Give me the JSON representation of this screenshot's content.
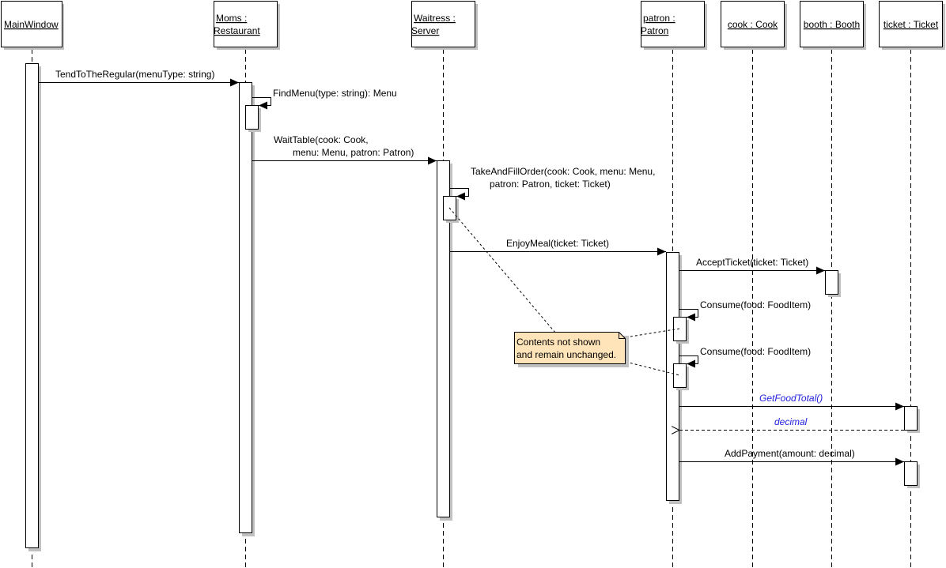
{
  "diagram": {
    "type": "UML sequence diagram",
    "lifelines": [
      {
        "id": "mainwindow",
        "lines": [
          "MainWindow"
        ]
      },
      {
        "id": "moms",
        "lines": [
          "Moms :",
          "Restaurant"
        ]
      },
      {
        "id": "waitress",
        "lines": [
          "Waitress :",
          "Server"
        ]
      },
      {
        "id": "patron",
        "lines": [
          "patron :",
          "Patron"
        ]
      },
      {
        "id": "cook",
        "lines": [
          "cook : Cook"
        ]
      },
      {
        "id": "booth",
        "lines": [
          "booth : Booth"
        ]
      },
      {
        "id": "ticket",
        "lines": [
          "ticket : Ticket"
        ]
      }
    ],
    "messages": [
      {
        "id": "m1",
        "from": "mainwindow",
        "to": "moms",
        "kind": "sync",
        "lines": [
          "TendToTheRegular(menuType: string)"
        ]
      },
      {
        "id": "m2",
        "from": "moms",
        "to": "moms",
        "kind": "self",
        "lines": [
          "FindMenu(type: string): Menu"
        ]
      },
      {
        "id": "m3",
        "from": "moms",
        "to": "waitress",
        "kind": "sync",
        "lines": [
          "WaitTable(cook: Cook,",
          "menu: Menu, patron: Patron)"
        ]
      },
      {
        "id": "m4",
        "from": "waitress",
        "to": "waitress",
        "kind": "self",
        "lines": [
          "TakeAndFillOrder(cook: Cook, menu: Menu,",
          "patron: Patron, ticket: Ticket)"
        ]
      },
      {
        "id": "m5",
        "from": "waitress",
        "to": "patron",
        "kind": "sync",
        "lines": [
          "EnjoyMeal(ticket: Ticket)"
        ]
      },
      {
        "id": "m6",
        "from": "patron",
        "to": "booth",
        "kind": "sync",
        "lines": [
          "AcceptTicket(ticket: Ticket)"
        ]
      },
      {
        "id": "m7",
        "from": "patron",
        "to": "patron",
        "kind": "self",
        "lines": [
          "Consume(food: FoodItem)"
        ]
      },
      {
        "id": "m8",
        "from": "patron",
        "to": "patron",
        "kind": "self",
        "lines": [
          "Consume(food: FoodItem)"
        ]
      },
      {
        "id": "m9",
        "from": "patron",
        "to": "ticket",
        "kind": "sync",
        "style": "blue-italic",
        "lines": [
          "GetFoodTotal()"
        ]
      },
      {
        "id": "m10",
        "from": "ticket",
        "to": "patron",
        "kind": "return",
        "style": "blue-italic",
        "lines": [
          "decimal"
        ]
      },
      {
        "id": "m11",
        "from": "patron",
        "to": "ticket",
        "kind": "sync",
        "lines": [
          "AddPayment(amount: decimal)"
        ]
      }
    ],
    "note": {
      "lines": [
        "Contents not shown",
        "and remain unchanged."
      ],
      "fill_color": "#FFE4BA",
      "attached_to": [
        "m4",
        "m7",
        "m8"
      ]
    },
    "colors": {
      "line": "#000000",
      "shadow": "#c0c0c0",
      "return_label": "#2222dd"
    }
  }
}
